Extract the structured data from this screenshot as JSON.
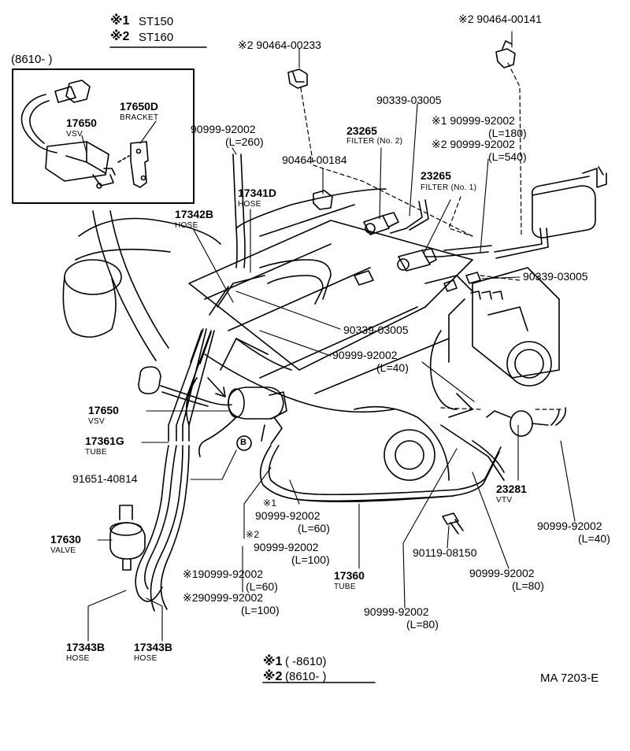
{
  "legend_models": {
    "m1_mark": "※1",
    "m1_model": "ST150",
    "m2_mark": "※2",
    "m2_model": "ST160"
  },
  "inset_code": "(8610-        )",
  "bottom_legend": {
    "m1_mark": "※1",
    "m1_range": "(        -8610)",
    "m2_mark": "※2",
    "m2_range": "(8610-        )"
  },
  "drawing_ref": "MA 7203-E",
  "circle_marker": "B",
  "labels": {
    "p90464_00141": "※2 90464-00141",
    "p90464_00233": "※2 90464-00233",
    "p17650D": "17650D",
    "p17650D_sub": "BRACKET",
    "p17650_inset": "17650",
    "p17650_inset_sub": "VSV",
    "p90339_03005_top": "90339-03005",
    "p90999_m1_l180": "※1 90999-92002",
    "p90999_m1_l180_len": "(L=180)",
    "p90999_m2_l540": "※2 90999-92002",
    "p90999_m2_l540_len": "(L=540)",
    "p90999_l260": "90999-92002",
    "p90999_l260_len": "(L=260)",
    "p23265_f2": "23265",
    "p23265_f2_sub": "FILTER (No. 2)",
    "p90464_00184": "90464-00184",
    "p23265_f1": "23265",
    "p23265_f1_sub": "FILTER (No. 1)",
    "p17341D": "17341D",
    "p17341D_sub": "HOSE",
    "p17342B": "17342B",
    "p17342B_sub": "HOSE",
    "p90339_03005_right": "90339-03005",
    "p90339_03005_mid": "90339-03005",
    "p90999_l40_mid": "90999-92002",
    "p90999_l40_mid_len": "(L=40)",
    "p17650_main": "17650",
    "p17650_main_sub": "VSV",
    "p17361G": "17361G",
    "p17361G_sub": "TUBE",
    "p91651_40814": "91651-40814",
    "p23281": "23281",
    "p23281_sub": "VTV",
    "p90999_m1_l60a_mark": "※1",
    "p90999_m1_l60a": "90999-92002",
    "p90999_m1_l60a_len": "(L=60)",
    "p90999_m2_l100a_mark": "※2",
    "p90999_m2_l100a": "90999-92002",
    "p90999_m2_l100a_len": "(L=100)",
    "p90999_l40_right": "90999-92002",
    "p90999_l40_right_len": "(L=40)",
    "p17630": "17630",
    "p17630_sub": "VALVE",
    "p90119_08150": "90119-08150",
    "p90999_m1_l60b": "※190999-92002",
    "p90999_m1_l60b_len": "(L=60)",
    "p90999_m2_l100b": "※290999-92002",
    "p90999_m2_l100b_len": "(L=100)",
    "p17360": "17360",
    "p17360_sub": "TUBE",
    "p90999_l80_a": "90999-92002",
    "p90999_l80_a_len": "(L=80)",
    "p90999_l80_b": "90999-92002",
    "p90999_l80_b_len": "(L=80)",
    "p17343B_left": "17343B",
    "p17343B_left_sub": "HOSE",
    "p17343B_right": "17343B",
    "p17343B_right_sub": "HOSE"
  }
}
